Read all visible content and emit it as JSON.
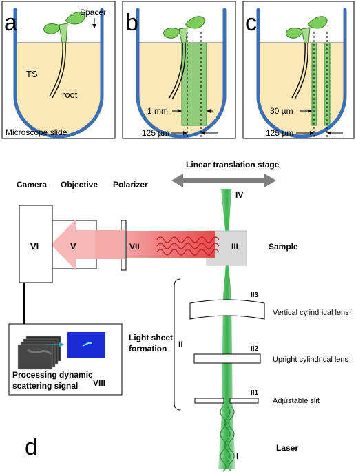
{
  "panels": {
    "a": {
      "letter": "a",
      "spacer": "Spacer",
      "ts": "TS",
      "root": "root",
      "slide": "Microscope slide"
    },
    "b": {
      "letter": "b",
      "width_label": "1 mm",
      "slit_label": "125 µm"
    },
    "c": {
      "letter": "c",
      "width_label": "30 µm",
      "slit_label": "125 µm"
    }
  },
  "setup": {
    "letter": "d",
    "stage": "Linear translation stage",
    "camera": "Camera",
    "objective": "Objective",
    "polarizer": "Polarizer",
    "sample": "Sample",
    "laser": "Laser",
    "light_sheet_line1": "Light sheet",
    "light_sheet_line2": "formation",
    "vertical_lens": "Vertical cylindrical lens",
    "upright_lens": "Upright cylindrical lens",
    "slit": "Adjustable slit",
    "processing_line1": "Processing dynamic",
    "processing_line2": "scattering signal",
    "roman": {
      "I": "I",
      "II": "II",
      "II1": "II1",
      "II2": "II2",
      "II3": "II3",
      "III": "III",
      "IV": "IV",
      "V": "V",
      "VI": "VI",
      "VII": "VII",
      "VIII": "VIII"
    }
  },
  "colors": {
    "tube": "#3a6fb5",
    "medium": "#fde8b8",
    "leaf": "#7ccf5a",
    "sheet": "#38b44a",
    "beam_red": "#e8696b",
    "arrow_pink": "#f8b8b8",
    "stage_gray": "#7f7f7f",
    "sample_gray": "#d9d9d9",
    "cell_blue": "#1a2bd8"
  }
}
